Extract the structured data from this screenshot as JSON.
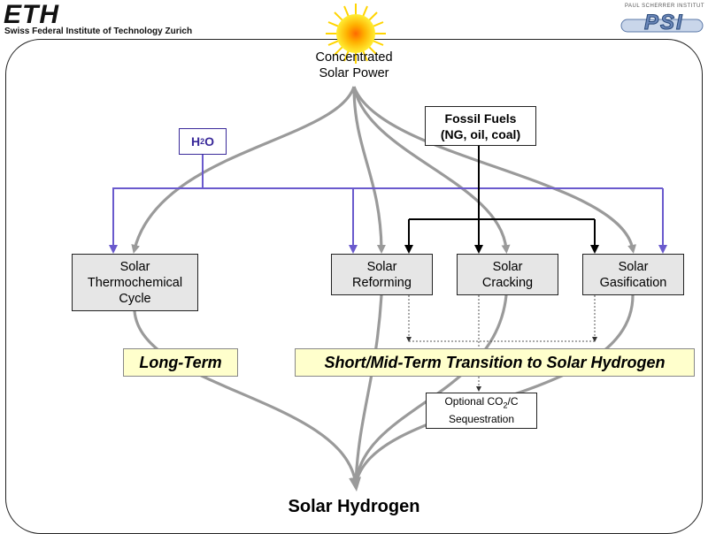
{
  "logos": {
    "eth_mark": "ETH",
    "eth_subtitle": "Swiss Federal Institute of Technology Zurich",
    "psi_institute": "PAUL SCHERRER INSTITUT",
    "psi_mark": "PSI"
  },
  "source": {
    "line1": "Concentrated",
    "line2": "Solar Power"
  },
  "fossil": {
    "line1": "Fossil Fuels",
    "line2": "(NG, oil, coal)"
  },
  "water": {
    "base": "H",
    "sub": "2",
    "rest": "O"
  },
  "processes": [
    {
      "line1": "Solar",
      "line2": "Thermochemical",
      "line3": "Cycle"
    },
    {
      "line1": "Solar",
      "line2": "Reforming"
    },
    {
      "line1": "Solar",
      "line2": "Cracking"
    },
    {
      "line1": "Solar",
      "line2": "Gasification"
    }
  ],
  "banners": {
    "long_term": "Long-Term",
    "short_term": "Short/Mid-Term Transition to Solar Hydrogen"
  },
  "sequestration": {
    "line1_pre": "Optional CO",
    "line1_sub": "2",
    "line1_post": "/C",
    "line2": "Sequestration"
  },
  "output": {
    "label": "Solar Hydrogen"
  },
  "colors": {
    "gray_arrow": "#9a9a9a",
    "water_line": "#6a5acd",
    "fossil_line": "#000000",
    "banner_fill": "#ffffcc"
  }
}
